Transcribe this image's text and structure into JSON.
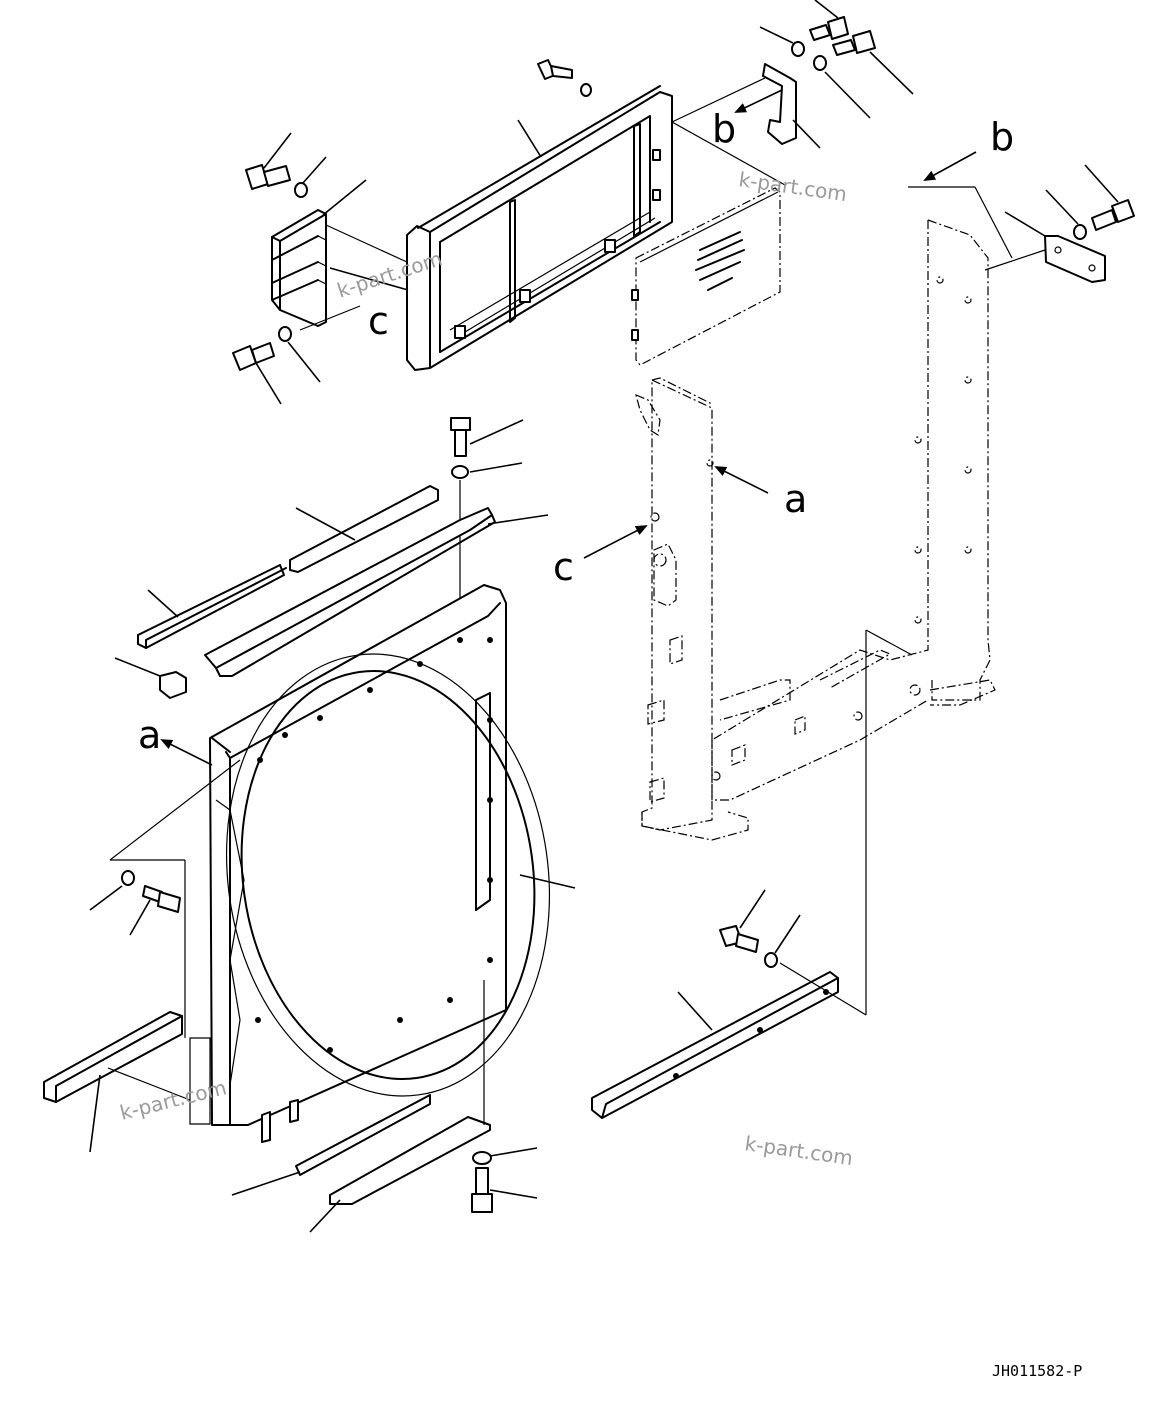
{
  "drawing": {
    "reference_labels": {
      "a_upper": "a",
      "a_left": "a",
      "b_left": "b",
      "b_right": "b",
      "c_left": "c",
      "c_center": "c"
    },
    "watermarks": [
      "k-part.com",
      "k-part.com",
      "k-part.com",
      "k-part.com"
    ],
    "drawing_code": "JH011582-P"
  }
}
